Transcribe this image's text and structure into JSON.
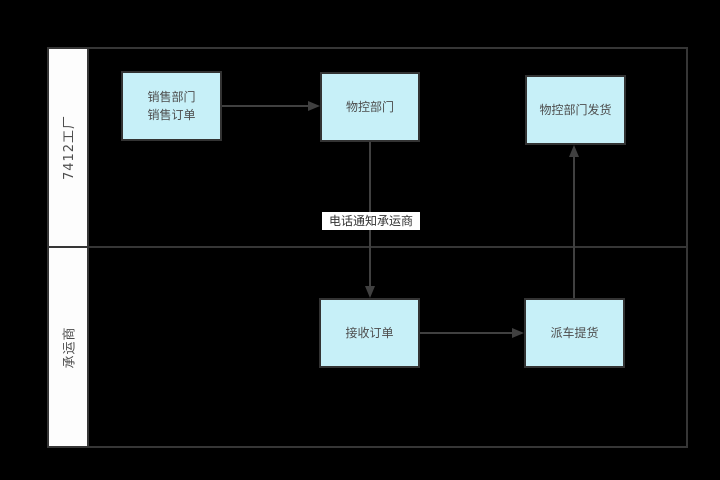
{
  "diagram": {
    "title": "carrier-notification-flowchart",
    "lanes": [
      {
        "id": "factory",
        "label": "7412工厂"
      },
      {
        "id": "carrier",
        "label": "承运商"
      }
    ],
    "nodes": [
      {
        "id": "sales-order",
        "lane": "factory",
        "label": "销售部门\n销售订单"
      },
      {
        "id": "material-control",
        "lane": "factory",
        "label": "物控部门"
      },
      {
        "id": "material-control-ship",
        "lane": "factory",
        "label": "物控部门发货"
      },
      {
        "id": "receive-order",
        "lane": "carrier",
        "label": "接收订单"
      },
      {
        "id": "dispatch-pickup",
        "lane": "carrier",
        "label": "派车提货"
      }
    ],
    "edges": [
      {
        "from": "sales-order",
        "to": "material-control",
        "label": ""
      },
      {
        "from": "material-control",
        "to": "receive-order",
        "label": "电话通知承运商"
      },
      {
        "from": "receive-order",
        "to": "dispatch-pickup",
        "label": ""
      },
      {
        "from": "dispatch-pickup",
        "to": "material-control-ship",
        "label": ""
      }
    ],
    "colors": {
      "background": "#000000",
      "node_fill": "#c7f0f8",
      "node_border": "#333333",
      "line": "#404040",
      "frame_line": "#363636",
      "lane_fill": "#fdfdfd",
      "node_text": "#4d4d4d",
      "edge_label_bg": "#ffffff",
      "edge_label_text": "#333333"
    }
  }
}
